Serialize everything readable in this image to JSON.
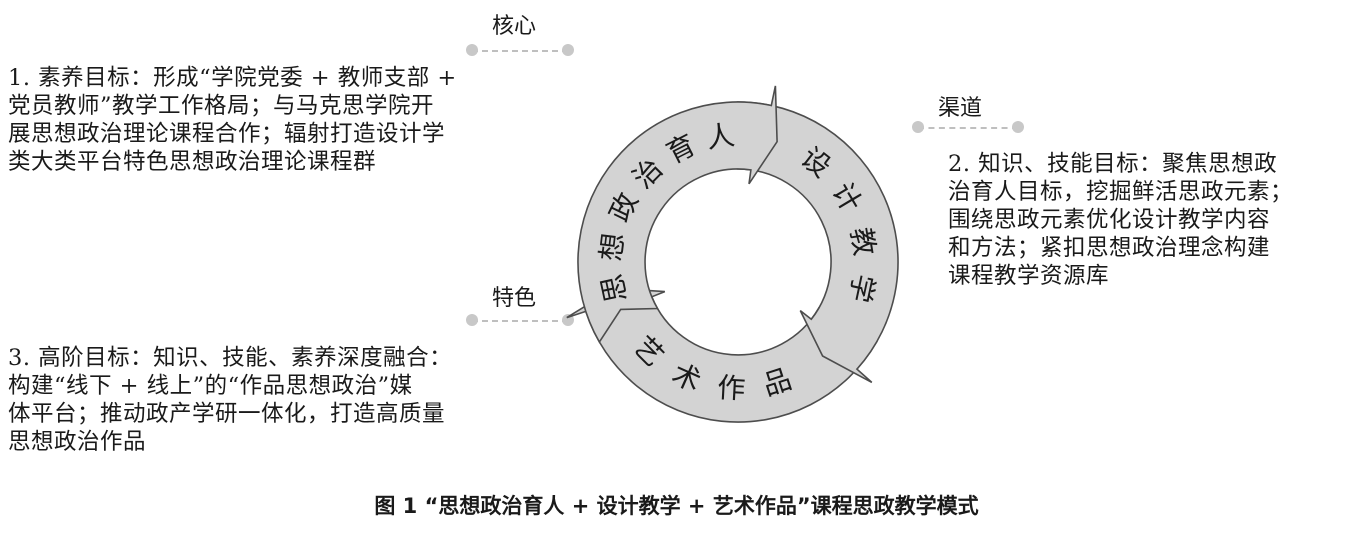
{
  "tags": {
    "core": "核心",
    "channel": "渠道",
    "feature": "特色"
  },
  "paragraphs": {
    "p1": [
      "1. 素养目标：形成“学院党委 + 教师支部 +",
      "党员教师”教学工作格局；与马克思学院开",
      "展思想政治理论课程合作；辐射打造设计学",
      "类大类平台特色思想政治理论课程群"
    ],
    "p2": [
      "2. 知识、技能目标：聚焦思想政",
      "治育人目标，挖掘鲜活思政元素；",
      "围绕思政元素优化设计教学内容",
      "和方法；紧扣思想政治理念构建",
      "课程教学资源库"
    ],
    "p3": [
      "3. 高阶目标：知识、技能、素养深度融合：",
      "构建“线下 + 线上”的“作品思想政治”媒",
      "体平台；推动政产学研一体化，打造高质量",
      "思想政治作品"
    ]
  },
  "cycle": {
    "segment1": "思想政治育人",
    "segment2": "设计教学",
    "segment3": "艺术作品"
  },
  "caption": "图 1  “思想政治育人 + 设计教学 + 艺术作品”课程思政教学模式",
  "colors": {
    "ring_fill": "#d3d3d3",
    "ring_stroke": "#4d4d4d",
    "dot": "#c8c8c8"
  }
}
